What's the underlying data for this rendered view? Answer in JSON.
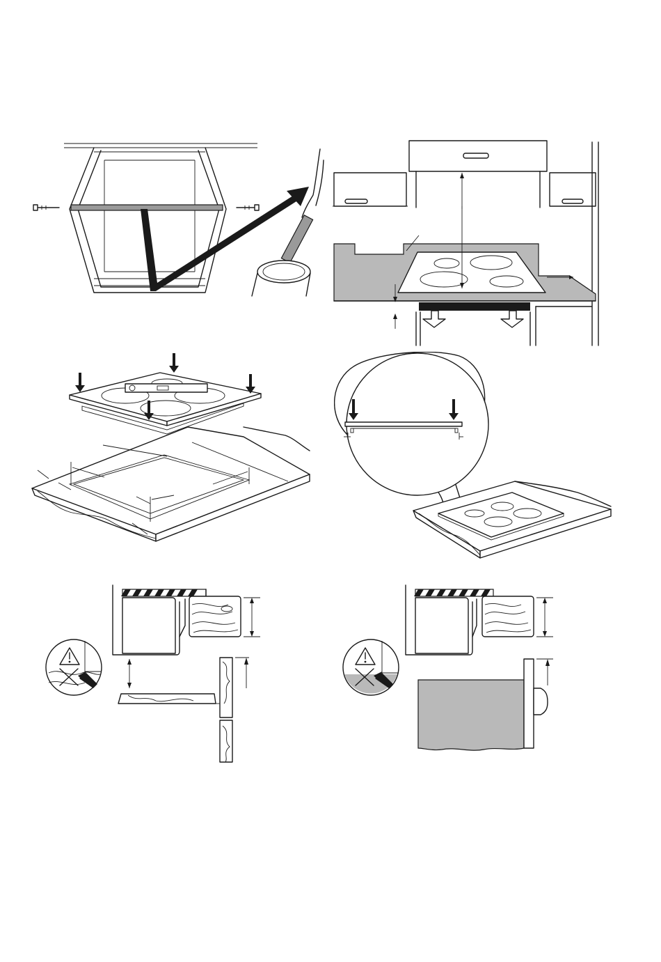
{
  "panels": [
    {
      "id": "cabinet-removal",
      "icons": [
        "screw-icon",
        "pull-arrow-icon",
        "bin-icon"
      ]
    },
    {
      "id": "clearance-distances",
      "icons": [
        "dimension-arrow-icon",
        "airflow-arrow-icon"
      ]
    },
    {
      "id": "cutout-dimensions",
      "icons": [
        "press-arrow-icon",
        "spirit-level-icon"
      ]
    },
    {
      "id": "seal-fitting-detail",
      "icons": [
        "magnifier-callout-icon",
        "press-arrow-icon"
      ]
    },
    {
      "id": "drawer-installation",
      "icons": [
        "warning-triangle-icon",
        "cross-icon",
        "wood-grain-icon"
      ]
    },
    {
      "id": "oven-installation",
      "icons": [
        "warning-triangle-icon",
        "cross-icon",
        "wood-grain-icon"
      ]
    }
  ],
  "colors": {
    "line": "#1a1a1a",
    "worktop_gray": "#b9b9b9",
    "background": "#ffffff"
  }
}
